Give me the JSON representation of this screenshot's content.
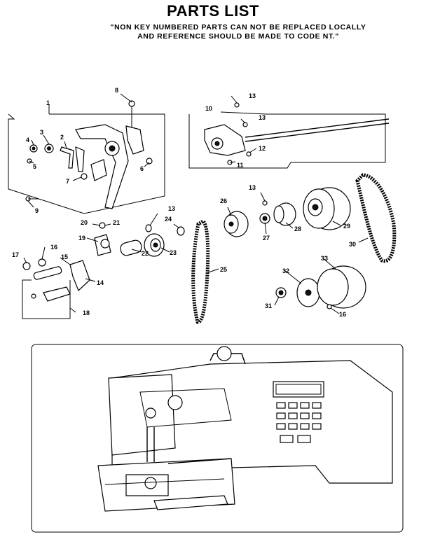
{
  "header": {
    "title": "PARTS LIST",
    "note_line1": "\"NON KEY NUMBERED PARTS CAN NOT BE REPLACED LOCALLY",
    "note_line2": "AND REFERENCE SHOULD BE MADE TO CODE NT.\""
  },
  "callouts": {
    "c1": "1",
    "c2": "2",
    "c3": "3",
    "c4": "4",
    "c5": "5",
    "c6": "6",
    "c7": "7",
    "c8": "8",
    "c9": "9",
    "c10": "10",
    "c11": "11",
    "c12": "12",
    "c13a": "13",
    "c13b": "13",
    "c13c": "13",
    "c13d": "13",
    "c14": "14",
    "c15": "15",
    "c16a": "16",
    "c16b": "16",
    "c17": "17",
    "c18": "18",
    "c19": "19",
    "c20": "20",
    "c21": "21",
    "c22": "22",
    "c23": "23",
    "c24": "24",
    "c25": "25",
    "c26": "26",
    "c27": "27",
    "c28": "28",
    "c29": "29",
    "c30": "30",
    "c31": "31",
    "c32": "32",
    "c33": "33"
  }
}
